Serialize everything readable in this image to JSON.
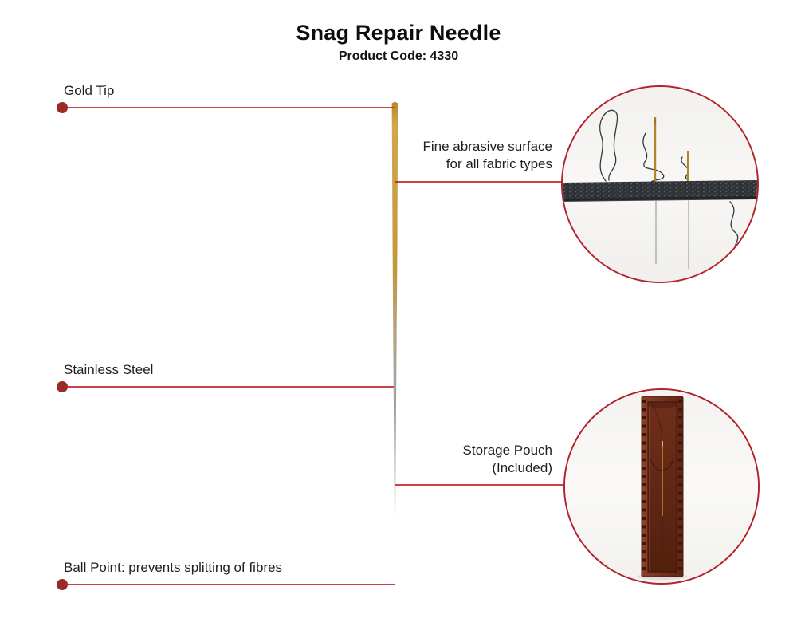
{
  "header": {
    "title": "Snag Repair Needle",
    "product_code": "Product Code: 4330"
  },
  "callouts": {
    "gold_tip": {
      "label": "Gold Tip"
    },
    "fine_abrasive": {
      "line1": "Fine abrasive surface",
      "line2": "for all fabric types"
    },
    "stainless_steel": {
      "label": "Stainless Steel"
    },
    "storage_pouch": {
      "line1": "Storage Pouch",
      "line2": "(Included)"
    },
    "ball_point": {
      "label": "Ball Point: prevents splitting of fibres"
    }
  },
  "colors": {
    "accent_red": "#c2272d",
    "dot_red": "#9b2b26",
    "circle_border_red": "#b2222c",
    "needle_gold": "#c79d45",
    "needle_steel": "#aaa79f",
    "fabric_dark": "#2e3236",
    "pouch_brown": "#74311d"
  }
}
